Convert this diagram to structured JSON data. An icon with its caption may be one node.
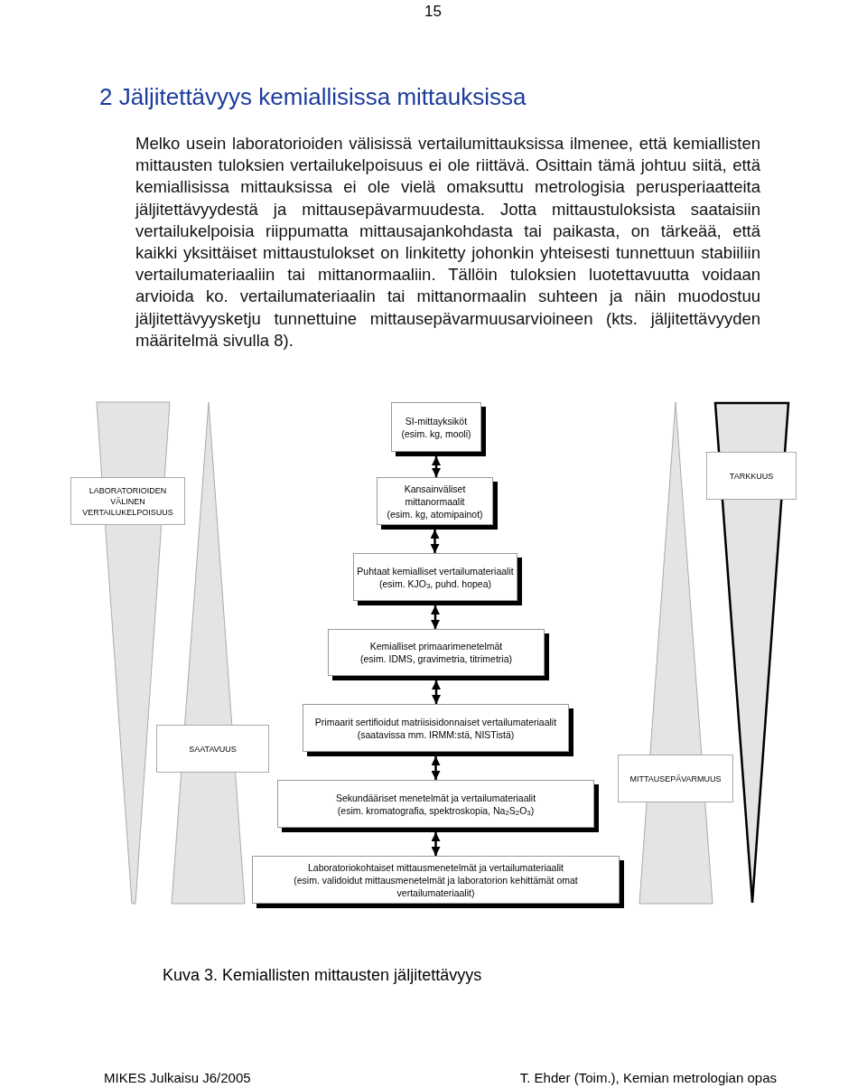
{
  "diagram": {
    "title": "2 Jäljitettävyys kemiallisissa mittauksissa",
    "caption": "Kuva 3. Kemiallisten mittausten jäljitettävyys",
    "nodes": [
      {
        "text": [
          "SI-mittayksiköt",
          "(esim. kg, mooli)"
        ]
      },
      {
        "text": [
          "TARKKUUS"
        ]
      },
      {
        "text": [
          "LABORATORIOIDEN VÄLINEN VERTAILUKELPOISUUS"
        ]
      },
      {
        "text": [
          "Kansainväliset mittanormaalit",
          "(esim. kg, atomipainot)"
        ]
      },
      {
        "text": [
          "Puhtaat kemialliset vertailumateriaalit",
          "(esim. KJO$_{3}$, puhd. hopea)"
        ]
      },
      {
        "text": [
          "Kemialliset primaarimenetelmät",
          "(esim. IDMS, gravimetria, titrimetria)"
        ]
      },
      {
        "text": [
          "Primaarit sertifioidut matriisisidonnaiset vertailumateriaalit",
          "(saatavissa mm. IRMM:stä, NISTistä)"
        ]
      },
      {
        "text": [
          "SAATAVUUS"
        ]
      },
      {
        "text": [
          "MITTAUSEPÄVARMUUS"
        ]
      },
      {
        "text": [
          "Sekundääriset menetelmät ja vertailumateriaalit",
          "(esim. kromatografia, spektroskopia, Na$_{2}$S$_{2}$O$_{3}$)"
        ]
      },
      {
        "text": [
          "Laboratoriokohtaiset mittausmenetelmät ja vertailumateriaalit",
          "(esim. validoidut mittausmenetelmät ja laboratorion kehittämät omat vertailumateriaalit)"
        ]
      }
    ],
    "edges": [
      {
        "from": 0,
        "to": 3,
        "arrow": "both"
      },
      {
        "from": 3,
        "to": 4,
        "arrow": "both"
      },
      {
        "from": 4,
        "to": 5,
        "arrow": "both"
      },
      {
        "from": 5,
        "to": 6,
        "arrow": "both"
      },
      {
        "from": 6,
        "to": 9,
        "arrow": "both"
      },
      {
        "from": 9,
        "to": 10,
        "arrow": "both"
      }
    ],
    "labels": [
      "15",
      "Melko usein laboratorioiden välisissä vertailumittauksissa ilmenee, että kemiallisten mittausten tuloksien vertailukelpoisuus ei ole riittävä. Osittain tämä johtuu siitä, että kemiallisissa mittauksissa ei ole vielä omaksuttu metrologisia perusperiaatteita jäljitettävyydestä ja mittausepävarmuudesta. Jotta mittaustuloksista saataisiin vertailukelpoisia riippumatta mittausajankohdasta tai paikasta, on tärkeää, että kaikki yksittäiset mittaustulokset on linkitetty johonkin yhteisesti tunnettuun stabiiliin vertailumateriaaliin tai mittanormaaliin. Tällöin tuloksien luotettavuutta voidaan arvioida ko. vertailumateriaalin tai mittanormaalin suhteen ja näin muodostuu jäljitettävyysketju tunnettuine mittausepävarmuusarvioineen (kts. jäljitettävyyden määritelmä sivulla 8).",
      "MIKES Julkaisu J6/2005",
      "T. Ehder (Toim.), Kemian metrologian opas"
    ]
  }
}
